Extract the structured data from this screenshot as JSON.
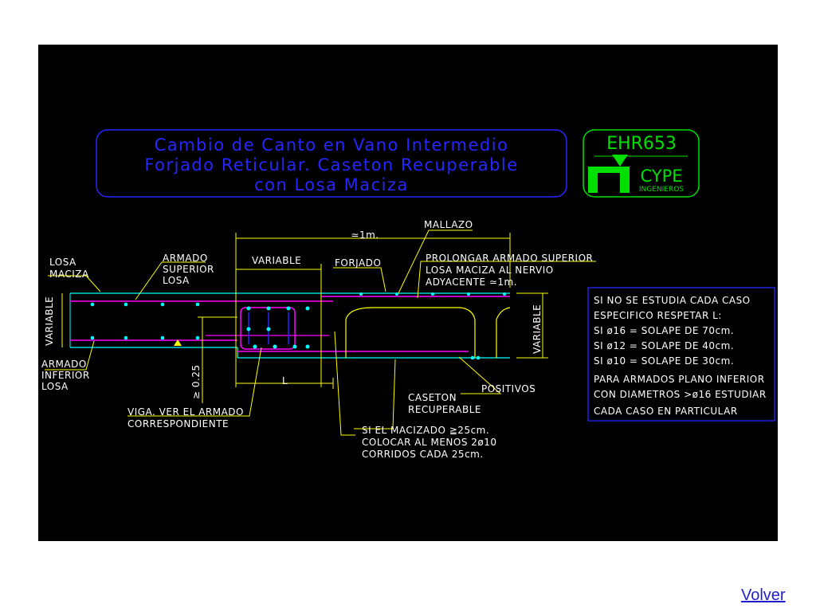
{
  "title": {
    "line1": "Cambio de Canto en Vano Intermedio",
    "line2": "Forjado Reticular. Caseton Recuperable",
    "line3": "con Losa Maciza"
  },
  "logo": {
    "code": "EHR653",
    "brand": "CYPE",
    "sub": "INGENIEROS"
  },
  "labels": {
    "approx_1m": "≃1m.",
    "mallazo": "MALLAZO",
    "losa": "LOSA",
    "maciza": "MACIZA",
    "armado_sup_1": "ARMADO",
    "armado_sup_2": "SUPERIOR",
    "armado_sup_3": "LOSA",
    "variable_top": "VARIABLE",
    "forjado": "FORJADO",
    "prolongar_1": "PROLONGAR ARMADO SUPERIOR",
    "prolongar_2": "LOSA MACIZA AL NERVIO",
    "prolongar_3": "ADYACENTE ≃1m.",
    "variable_left": "VARIABLE",
    "variable_right": "VARIABLE",
    "armado_inf_1": "ARMADO",
    "armado_inf_2": "INFERIOR",
    "armado_inf_3": "LOSA",
    "ge_025": "≥ 0.25",
    "L": "L",
    "viga_1": "VIGA. VER EL ARMADO",
    "viga_2": "CORRESPONDIENTE",
    "caseton_1": "CASETON",
    "caseton_2": "RECUPERABLE",
    "positivos": "POSITIVOS",
    "si_macizado_1": "SI EL MACIZADO ≧25cm.",
    "si_macizado_2": "COLOCAR AL MENOS 2ø10",
    "si_macizado_3": "CORRIDOS CADA 25cm."
  },
  "note_box": {
    "lines": [
      "SI NO SE ESTUDIA CADA CASO",
      "ESPECIFICO RESPETAR L:",
      "SI ø16 = SOLAPE DE 70cm.",
      "SI ø12 = SOLAPE DE 40cm.",
      "SI ø10 = SOLAPE DE 30cm.",
      "PARA ARMADOS PLANO INFERIOR",
      "CON DIAMETROS >ø16 ESTUDIAR",
      "CADA CASO EN PARTICULAR"
    ]
  },
  "footer": {
    "volver": "Volver"
  },
  "colors": {
    "background": "#000000",
    "title_blue": "#2626ff",
    "logo_green": "#00e000",
    "rebar_magenta": "#ff00ff",
    "slab_cyan": "#00ffff",
    "dim_yellow": "#ffff00",
    "text_white": "#ffffff"
  }
}
